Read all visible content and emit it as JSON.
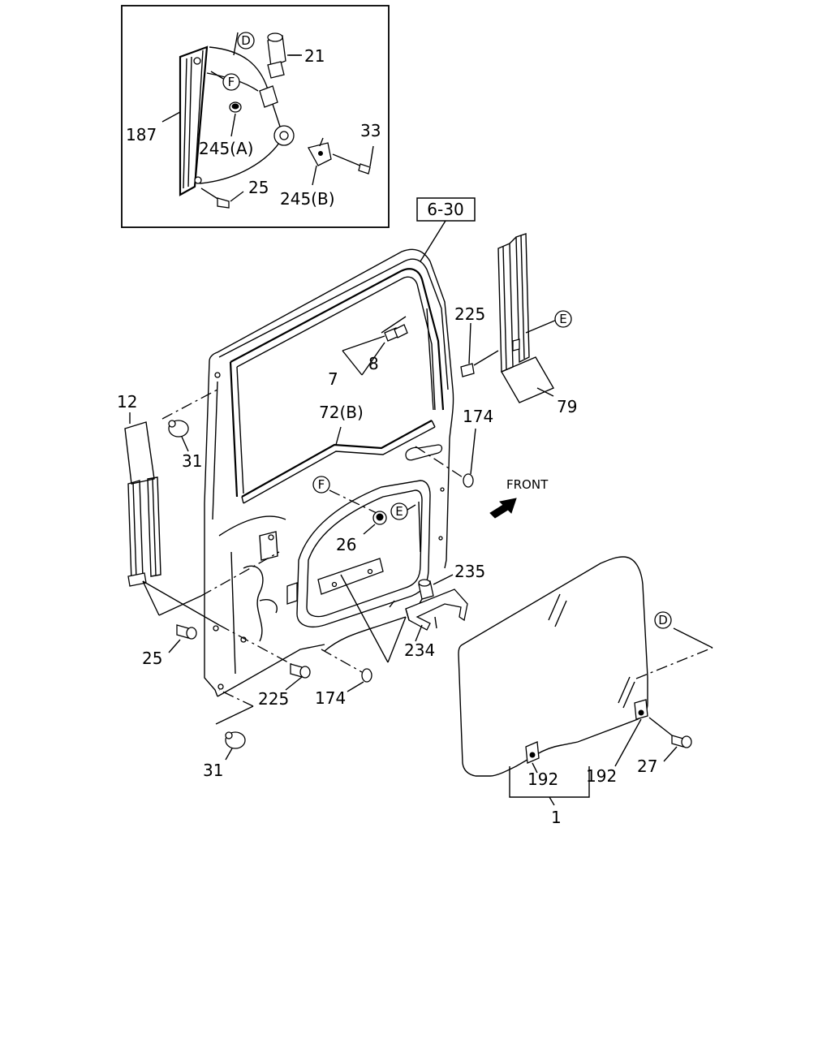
{
  "inset": {
    "labels": {
      "p21": "21",
      "p187": "187",
      "p245a": "245(A)",
      "p33": "33",
      "p25": "25",
      "p245b": "245(B)",
      "callout_d": "D",
      "callout_f": "F"
    }
  },
  "main": {
    "ref_box": "6-30",
    "front_label": "FRONT",
    "labels": {
      "p225_top": "225",
      "callout_e_right": "E",
      "p79": "79",
      "p8": "8",
      "p7": "7",
      "p12": "12",
      "p72b": "72(B)",
      "p174_top": "174",
      "p31_top": "31",
      "callout_f": "F",
      "callout_e": "E",
      "p26": "26",
      "p235": "235",
      "p234": "234",
      "p25_low": "25",
      "p225_low": "225",
      "p174_low": "174",
      "p31_low": "31",
      "callout_d": "D",
      "p192_left": "192",
      "p192_right": "192",
      "p27": "27",
      "p1": "1"
    }
  }
}
